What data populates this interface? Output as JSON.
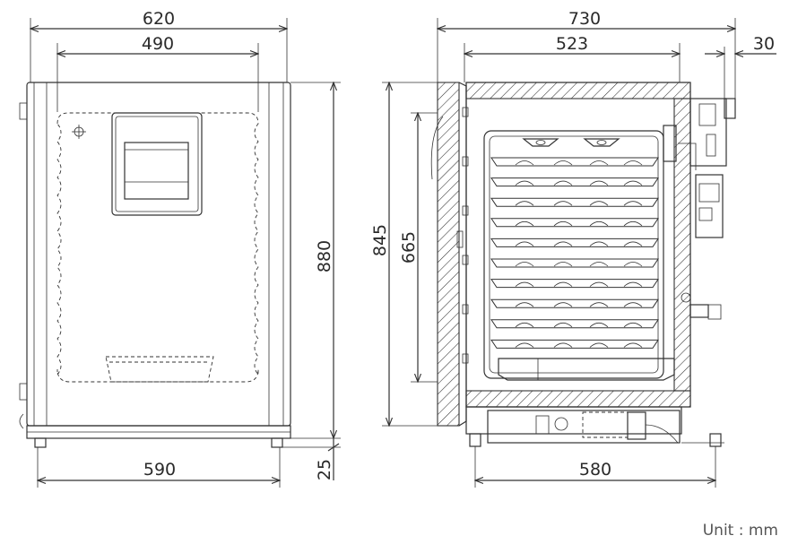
{
  "front_view": {
    "width_outer": "620",
    "width_inner": "490",
    "height": "880",
    "base_width": "590",
    "foot_height": "25"
  },
  "side_view": {
    "depth_outer": "730",
    "depth_inner": "523",
    "handle_depth": "30",
    "height_outer": "845",
    "height_inner": "665",
    "base_depth": "580"
  },
  "unit_label": "Unit : mm"
}
